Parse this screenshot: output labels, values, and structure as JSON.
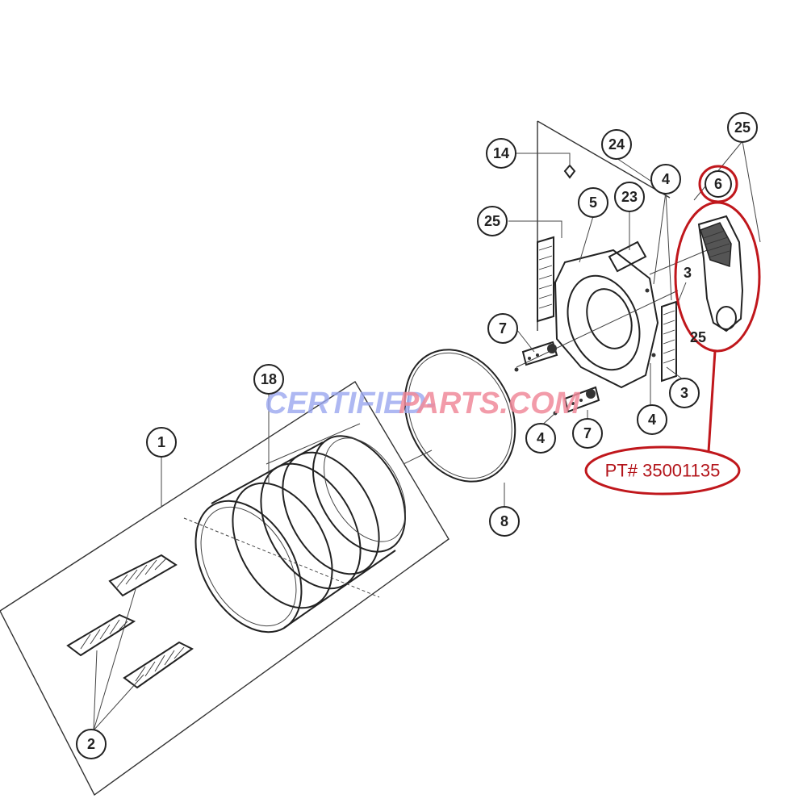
{
  "diagram": {
    "callouts": {
      "c1": "1",
      "c2": "2",
      "c3a": "3",
      "c3b": "3",
      "c4a": "4",
      "c4b": "4",
      "c4c": "4",
      "c5": "5",
      "c6": "6",
      "c7a": "7",
      "c7b": "7",
      "c8": "8",
      "c14": "14",
      "c18": "18",
      "c23": "23",
      "c24": "24",
      "c25a": "25",
      "c25b": "25",
      "c25c": "25"
    },
    "part_number_label": "PT# 35001135",
    "watermark": {
      "part_a": "CERTIFIED-",
      "part_b": "PARTS.COM"
    },
    "colors": {
      "highlight": "#c0171c",
      "watermark_blue": "#9aa6ef",
      "watermark_pink": "#f08a9a"
    }
  }
}
